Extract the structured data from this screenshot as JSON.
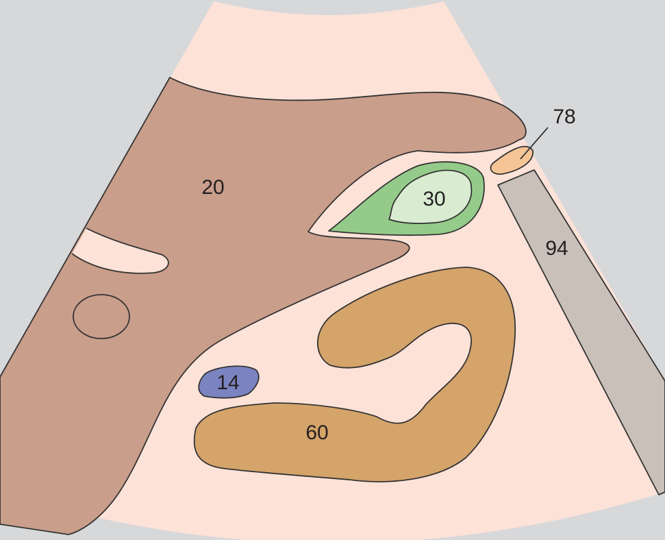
{
  "labels": {
    "liver": "20",
    "gallbladder": "30",
    "vessel": "14",
    "bowel": "60",
    "small_structure": "78",
    "muscle": "94"
  },
  "colors": {
    "background": "#d7d8da",
    "sector": "#fde2d8",
    "liver": "#c99e8a",
    "gallbladder_wall": "#95cb8a",
    "gallbladder_lumen": "#d9ecd2",
    "vessel": "#7b84c0",
    "bowel": "#d4a46a",
    "small_structure": "#f5c596",
    "muscle": "#c9c0b9",
    "outline": "#333333",
    "text": "#231f20"
  }
}
